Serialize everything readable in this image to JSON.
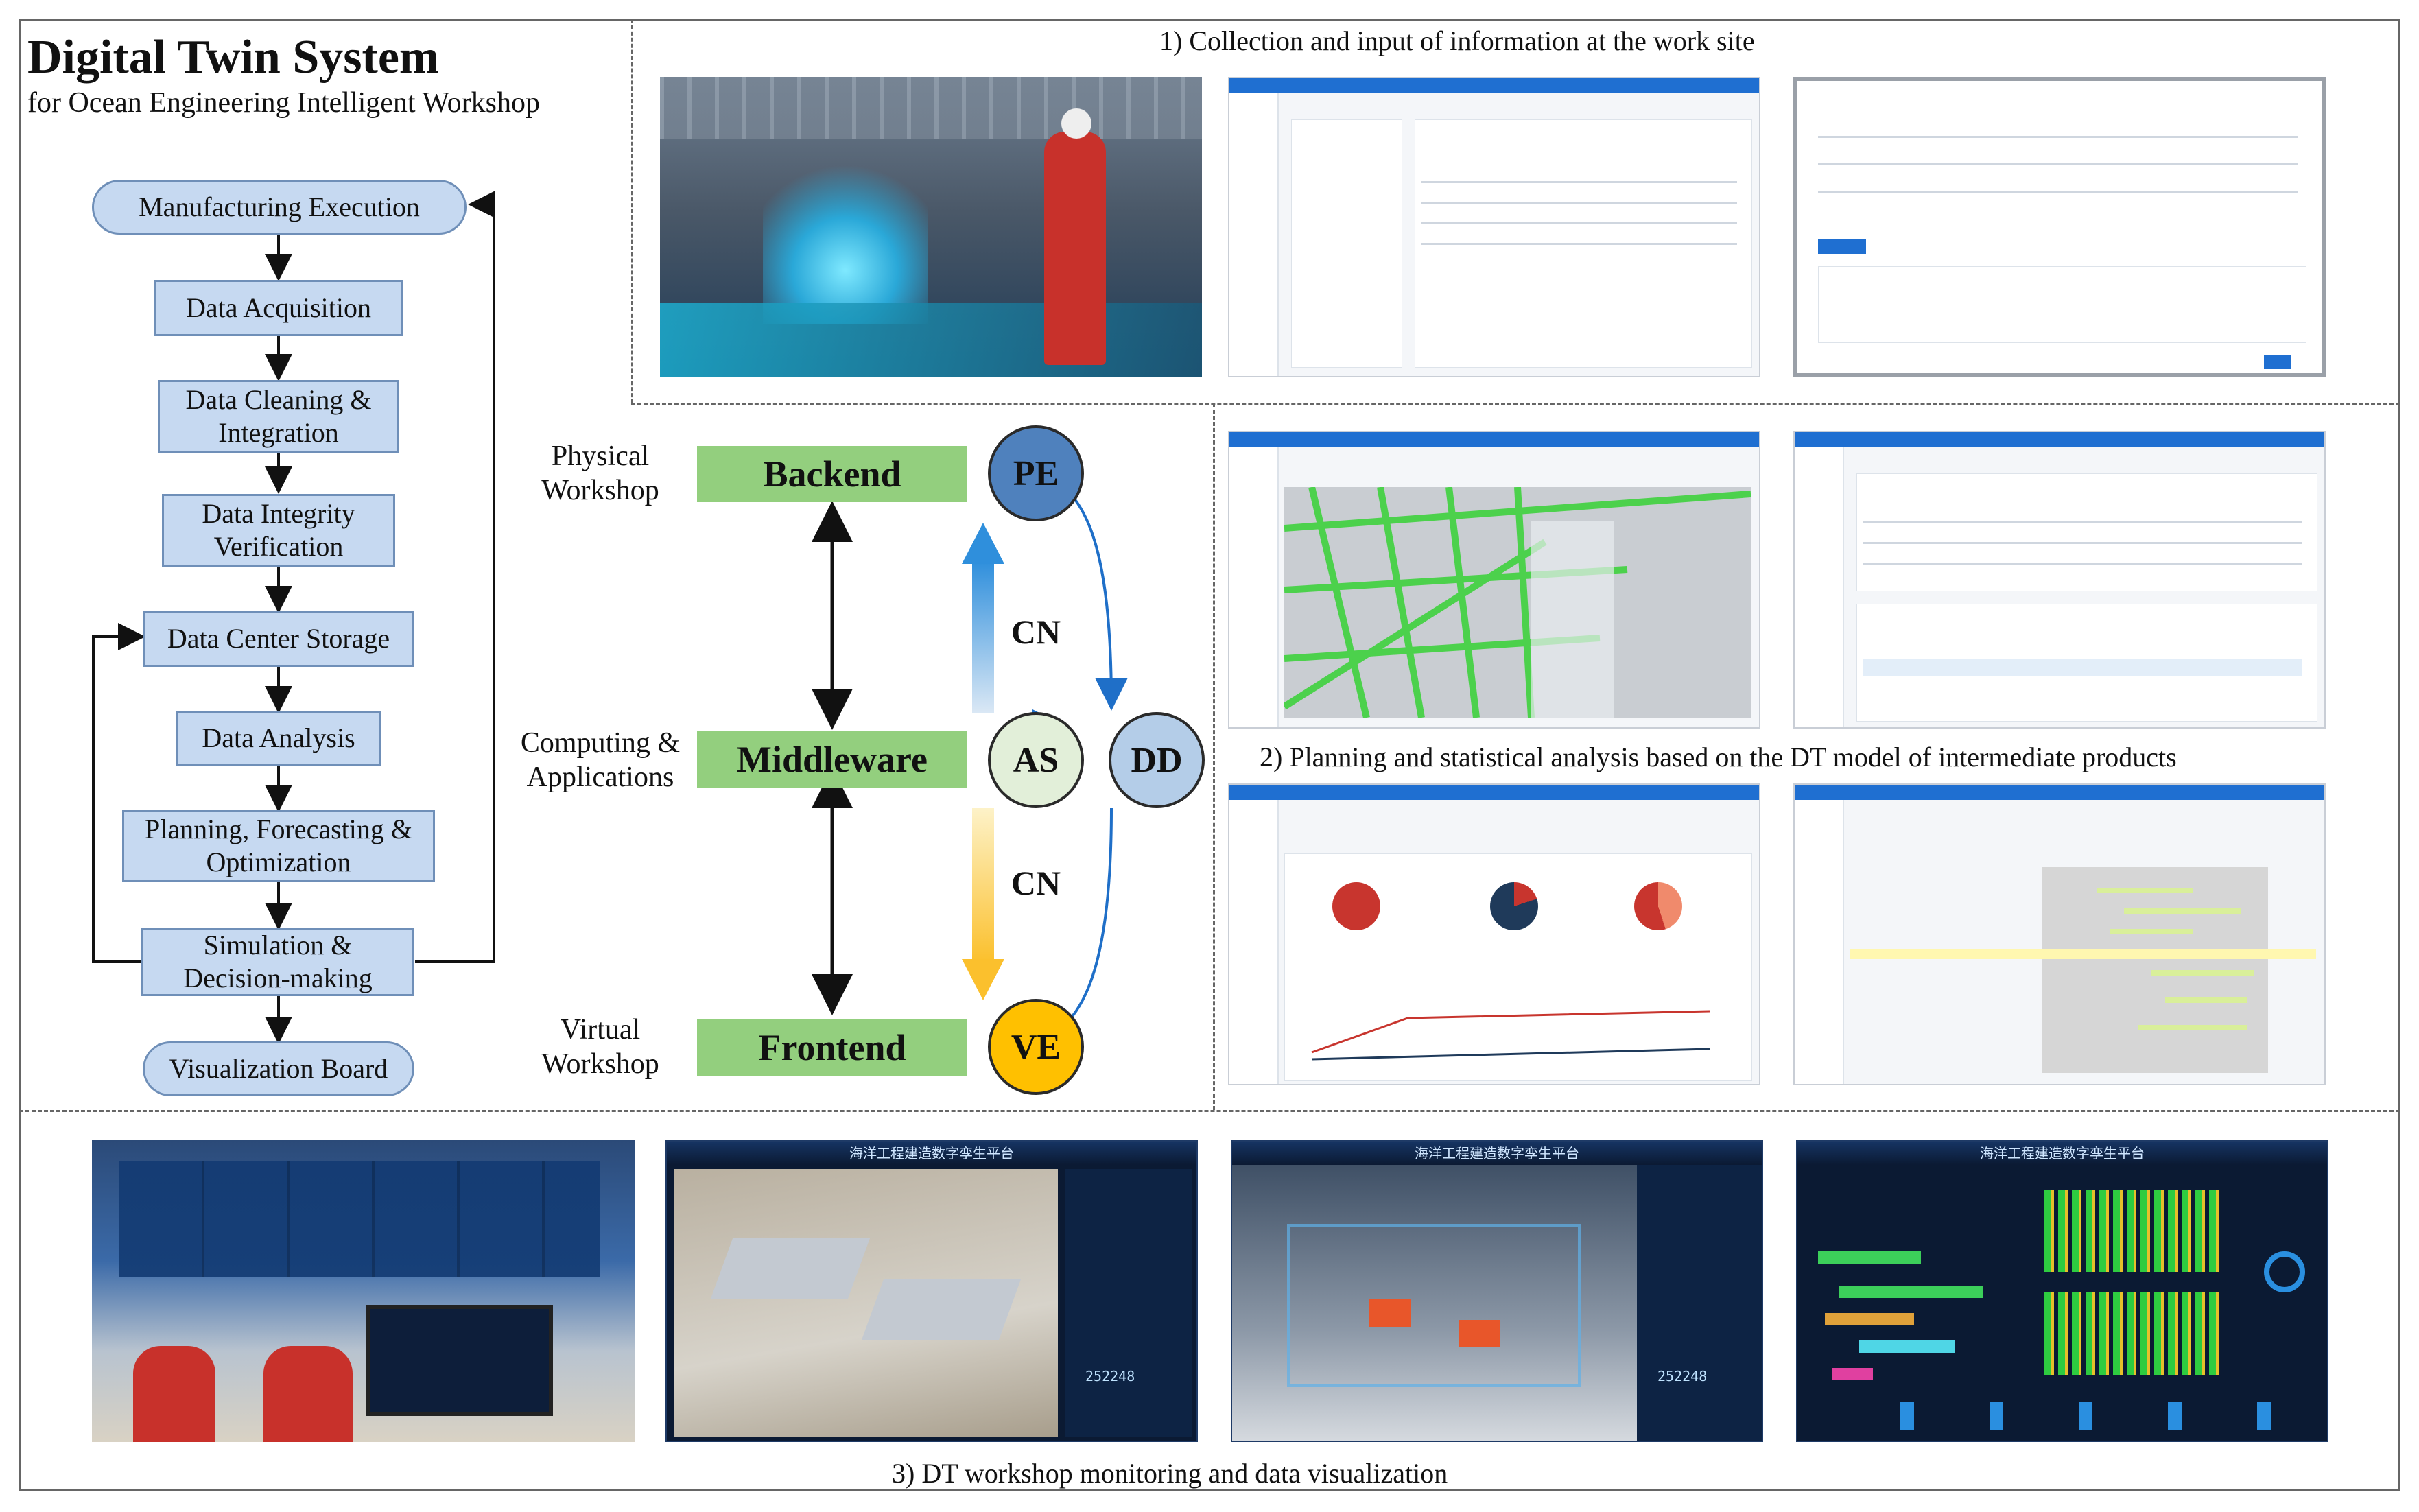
{
  "header": {
    "title": "Digital Twin System",
    "subtitle": "for Ocean Engineering Intelligent Workshop"
  },
  "flow": [
    {
      "id": "manufacturing-execution",
      "label": "Manufacturing Execution"
    },
    {
      "id": "data-acquisition",
      "label": "Data Acquisition"
    },
    {
      "id": "data-cleaning",
      "label": "Data Cleaning & Integration"
    },
    {
      "id": "data-integrity",
      "label": "Data Integrity Verification"
    },
    {
      "id": "data-center-storage",
      "label": "Data Center Storage"
    },
    {
      "id": "data-analysis",
      "label": "Data Analysis"
    },
    {
      "id": "planning",
      "label": "Planning, Forecasting & Optimization"
    },
    {
      "id": "simulation",
      "label": "Simulation & Decision-making"
    },
    {
      "id": "visualization-board",
      "label": "Visualization Board"
    }
  ],
  "layers": {
    "physical": "Physical Workshop",
    "computing": "Computing & Applications",
    "virtual": "Virtual Workshop",
    "backend": "Backend",
    "middleware": "Middleware",
    "frontend": "Frontend"
  },
  "nodes": {
    "pe": "PE",
    "as": "AS",
    "dd": "DD",
    "ve": "VE",
    "cn1": "CN",
    "cn2": "CN"
  },
  "sections": {
    "s1": "1) Collection and input of information at the work site",
    "s2": "2) Planning and statistical analysis based on the DT model of intermediate products",
    "s3": "3) DT workshop monitoring and data visualization"
  },
  "dashboard": {
    "title": "海洋工程建造数字孪生平台",
    "counter": "252248"
  },
  "colors": {
    "box": "#c6d9f1",
    "green": "#93cf7e",
    "pe": "#4f81bd",
    "as": "#e2efd9",
    "dd": "#b4cde8",
    "ve": "#ffc000"
  }
}
